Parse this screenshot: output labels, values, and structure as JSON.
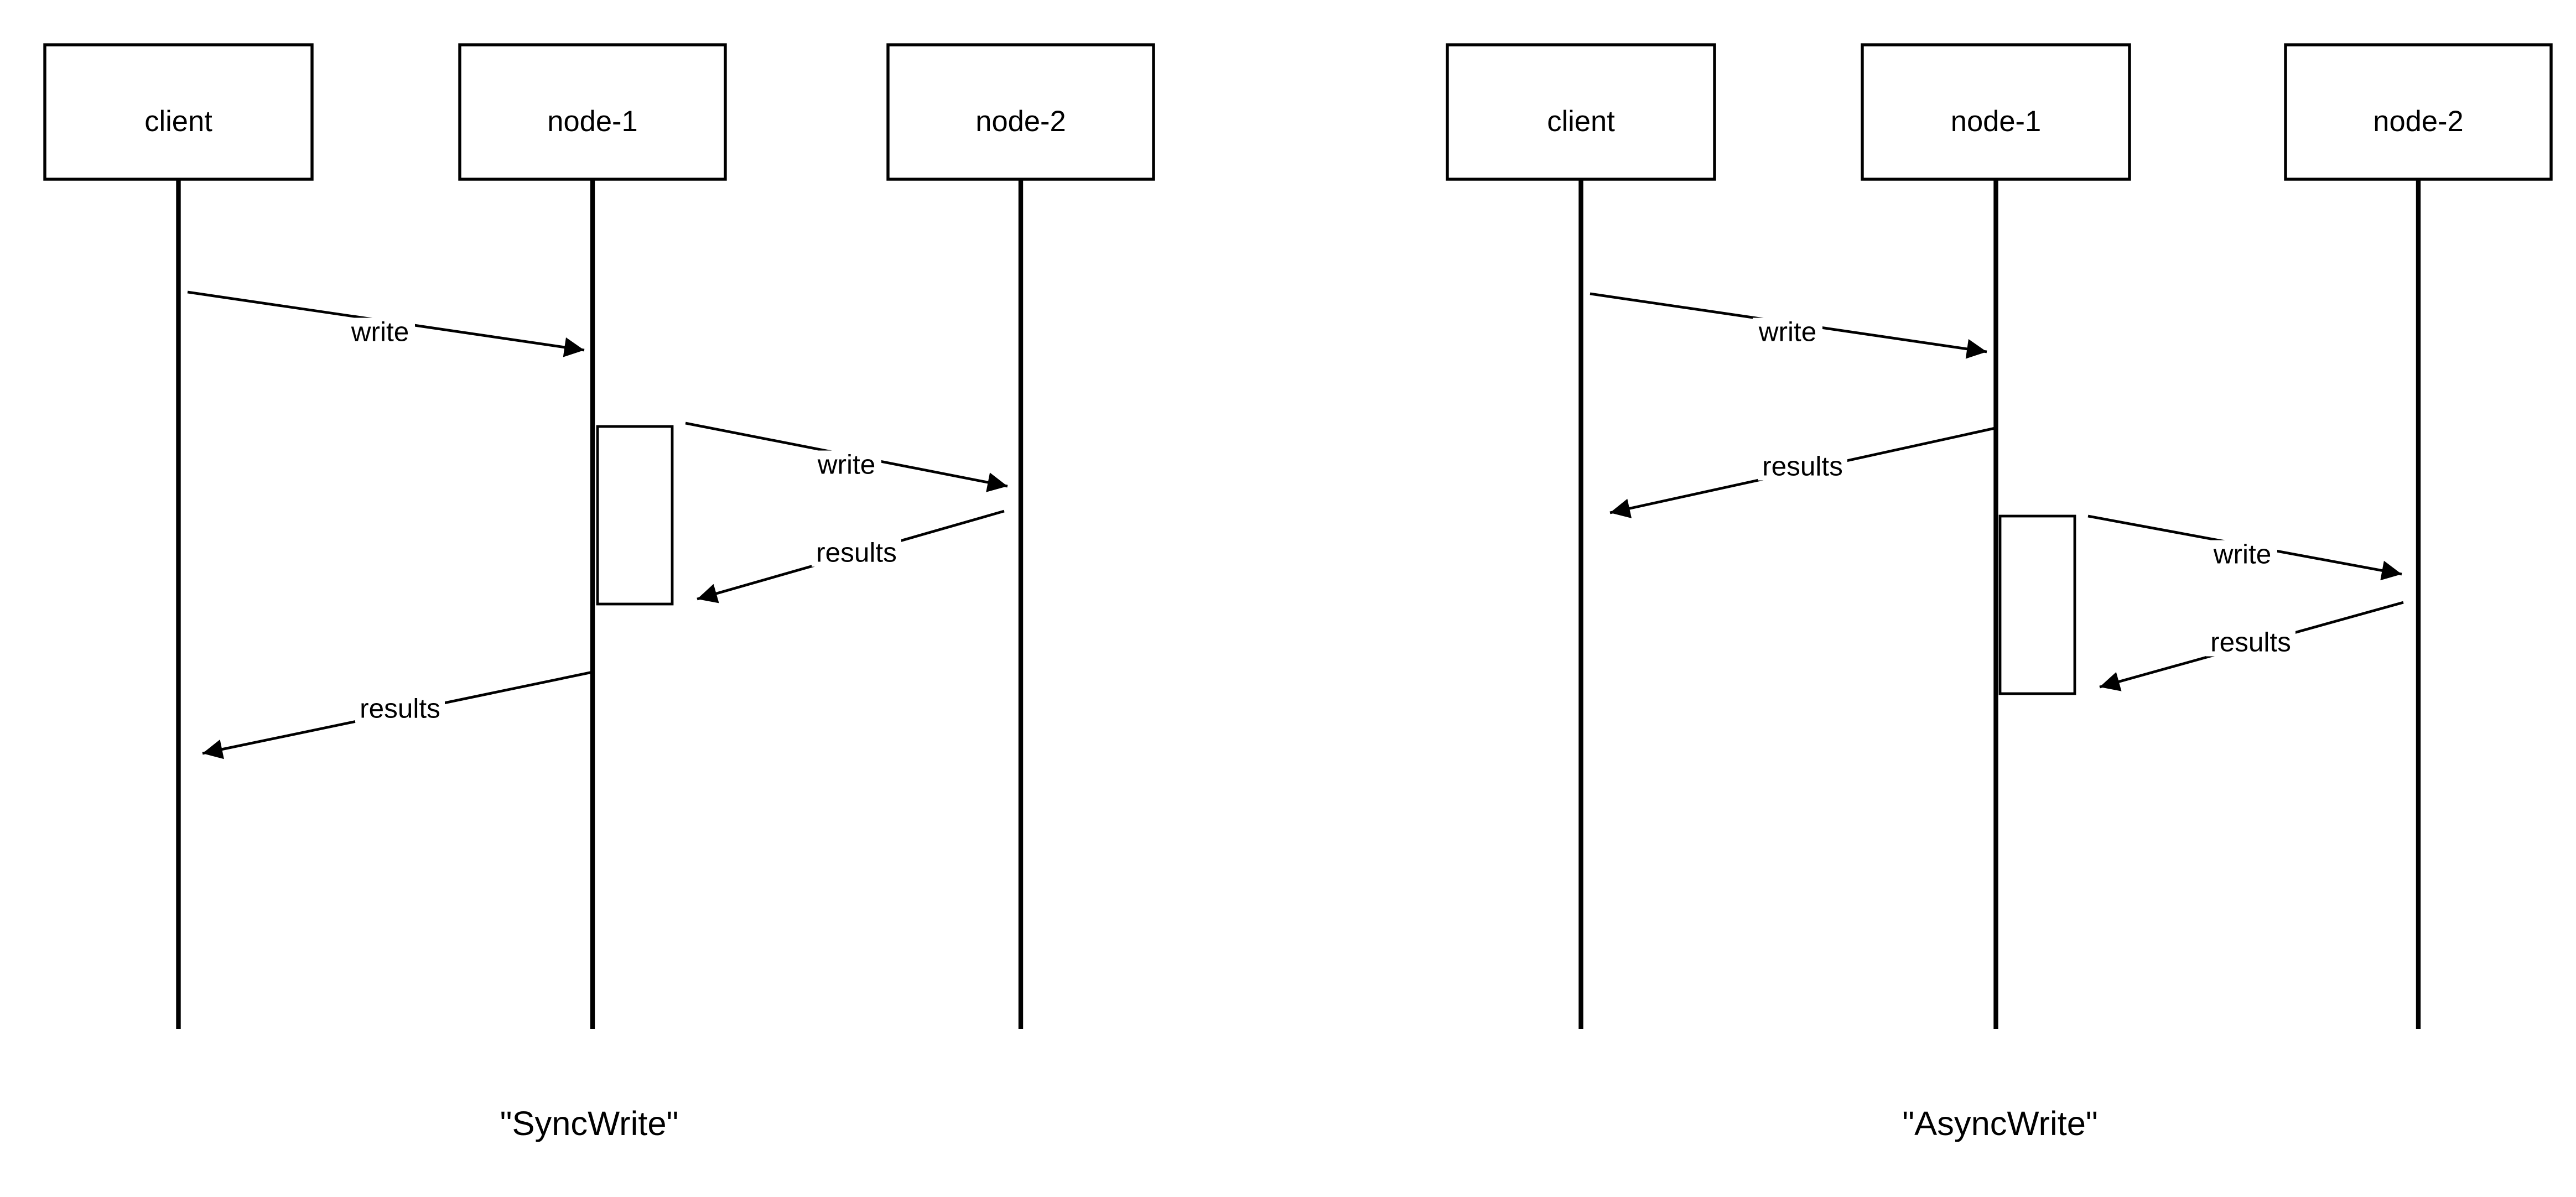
{
  "page": {
    "background": "#ffffff",
    "stroke_color": "#000000"
  },
  "diagrams": [
    {
      "caption": "\"SyncWrite\"",
      "actors": [
        {
          "label": "client"
        },
        {
          "label": "node-1"
        },
        {
          "label": "node-2"
        }
      ],
      "messages": [
        {
          "label": "write",
          "from": "client",
          "to": "node-1"
        },
        {
          "label": "write",
          "from": "node-1",
          "to": "node-2"
        },
        {
          "label": "results",
          "from": "node-2",
          "to": "node-1"
        },
        {
          "label": "results",
          "from": "node-1",
          "to": "client"
        }
      ]
    },
    {
      "caption": "\"AsyncWrite\"",
      "actors": [
        {
          "label": "client"
        },
        {
          "label": "node-1"
        },
        {
          "label": "node-2"
        }
      ],
      "messages": [
        {
          "label": "write",
          "from": "client",
          "to": "node-1"
        },
        {
          "label": "results",
          "from": "node-1",
          "to": "client"
        },
        {
          "label": "write",
          "from": "node-1",
          "to": "node-2"
        },
        {
          "label": "results",
          "from": "node-2",
          "to": "node-1"
        }
      ]
    }
  ]
}
